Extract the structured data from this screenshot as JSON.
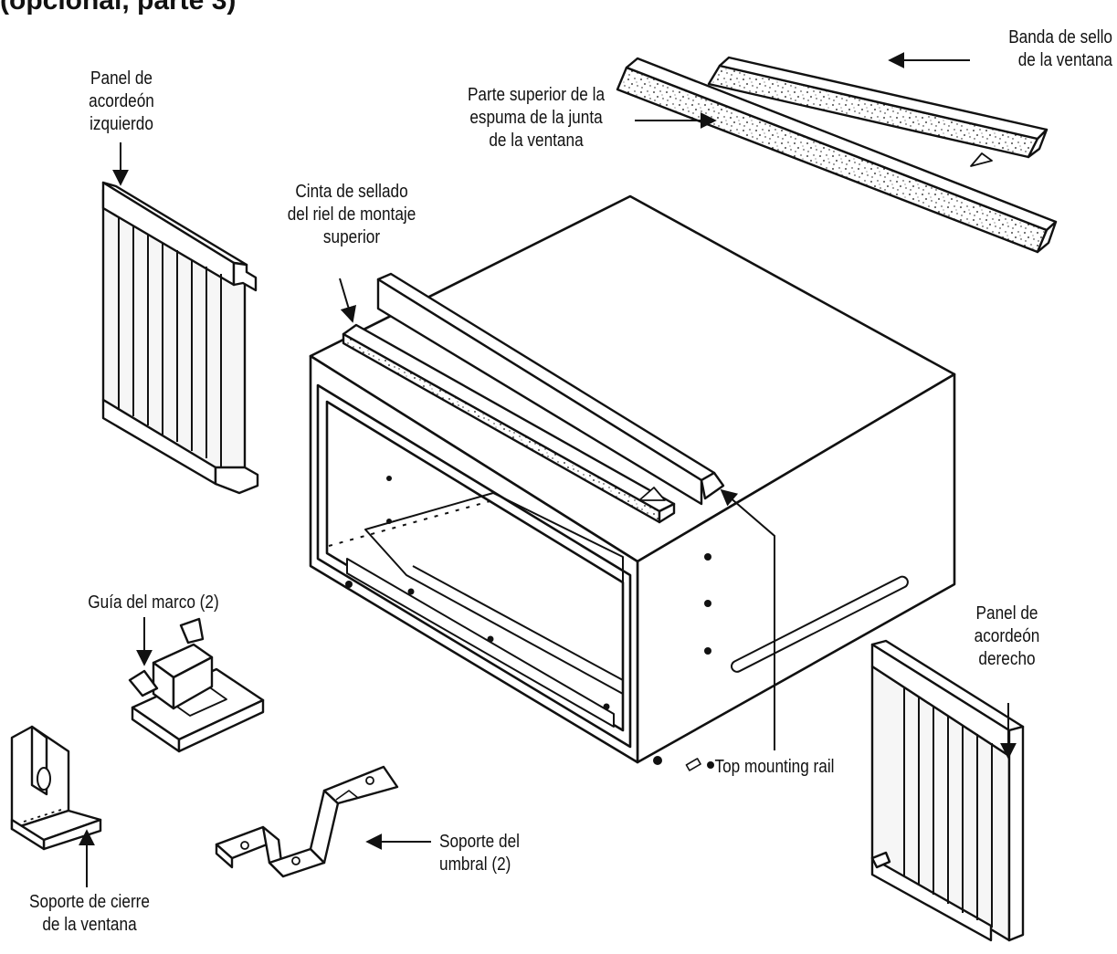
{
  "colors": {
    "ink": "#111111",
    "paper": "#ffffff",
    "panel_fill": "#f4f4f4"
  },
  "title_fragment": "(opcional, parte 3)",
  "labels": {
    "window_seal_strip": "Banda de sello\nde la ventana",
    "window_gasket_foam_top": "Parte superior de la\nespuma de la junta\nde la ventana",
    "left_accordion_panel": "Panel de\nacordeón\nizquierdo",
    "top_rail_sealing_tape": "Cinta de sellado\ndel riel de montaje\nsuperior",
    "sash_guide": "Guía del marco (2)",
    "right_accordion_panel": "Panel de\nacordeón\nderecho",
    "top_mounting_rail": "Top mounting rail",
    "sill_support": "Soporte del\numbral (2)",
    "window_lock_bracket": "Soporte de cierre\nde la ventana"
  }
}
